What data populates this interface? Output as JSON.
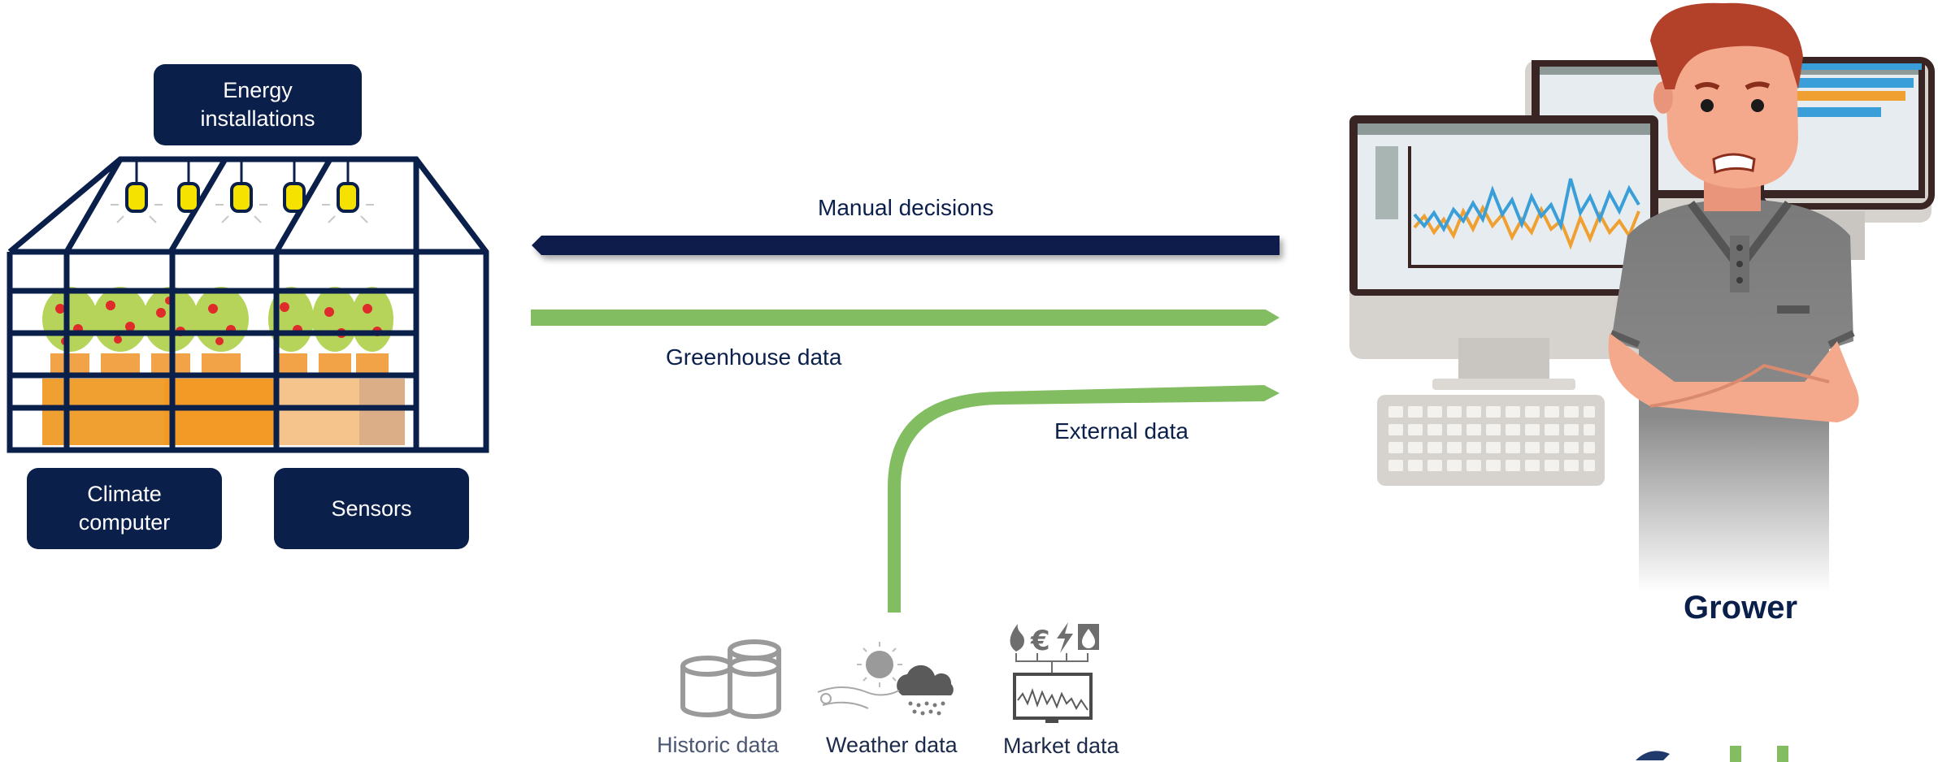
{
  "greenhouse": {
    "boxes": {
      "energy": "Energy\ninstallations",
      "climate": "Climate\ncomputer",
      "sensors": "Sensors"
    }
  },
  "flows": {
    "manual_decisions": "Manual decisions",
    "greenhouse_data": "Greenhouse data",
    "external_data": "External data"
  },
  "sources": {
    "historic": "Historic data",
    "weather": "Weather data",
    "market": "Market data"
  },
  "grower": {
    "label": "Grower"
  },
  "colors": {
    "navy": "#0b1f4b",
    "green": "#82bd62",
    "orange": "#f0a031",
    "blue_line": "#3a9fd9",
    "icon_gray": "#8c8c8c"
  },
  "icons": [
    "greenhouse-illustration",
    "lamp-icon",
    "plant-icon",
    "database-icon",
    "sun-icon",
    "cloud-rain-icon",
    "wind-icon",
    "flame-icon",
    "euro-icon",
    "lightning-icon",
    "water-drop-icon",
    "monitor-icon",
    "computer-monitor-illustration",
    "keyboard-illustration",
    "grower-character-illustration",
    "logo-fragment"
  ]
}
